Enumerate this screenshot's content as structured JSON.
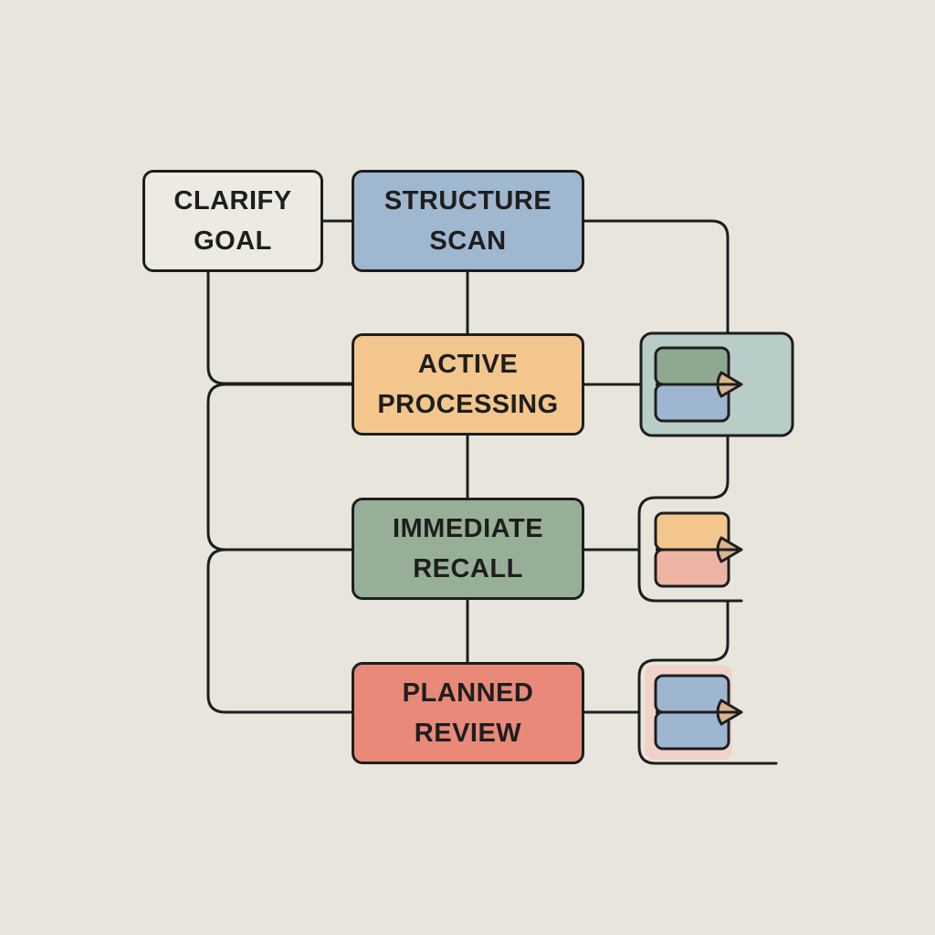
{
  "colors": {
    "background": "#e8e6dc",
    "stroke": "#1e1e1e",
    "clarify": "#eceae1",
    "structure": "#9fb7cf",
    "active": "#f2c68c",
    "recall": "#97af97",
    "review": "#e88979",
    "side_panel_teal": "#b8cdc8",
    "side_panel_pink": "#efd3c9",
    "chip_green": "#8fa890",
    "chip_blue": "#9fb6d1",
    "chip_orange": "#f2c68c",
    "chip_pink": "#eeb4a3",
    "pin": "#d9b48f"
  },
  "nodes": {
    "clarify": {
      "line1": "CLARIFY",
      "line2": "GOAL"
    },
    "structure": {
      "line1": "STRUCTURE",
      "line2": "SCAN"
    },
    "active": {
      "line1": "ACTIVE",
      "line2": "PROCESSING"
    },
    "recall": {
      "line1": "IMMEDIATE",
      "line2": "RECALL"
    },
    "review": {
      "line1": "PLANNED",
      "line2": "REVIEW"
    }
  },
  "side_widgets": [
    {
      "id": "active-output",
      "chips": [
        "chip_green",
        "chip_blue"
      ],
      "panel": "side_panel_teal"
    },
    {
      "id": "recall-output",
      "chips": [
        "chip_orange",
        "chip_pink"
      ],
      "panel": "none"
    },
    {
      "id": "review-output",
      "chips": [
        "chip_blue",
        "chip_blue"
      ],
      "panel": "side_panel_pink"
    }
  ]
}
